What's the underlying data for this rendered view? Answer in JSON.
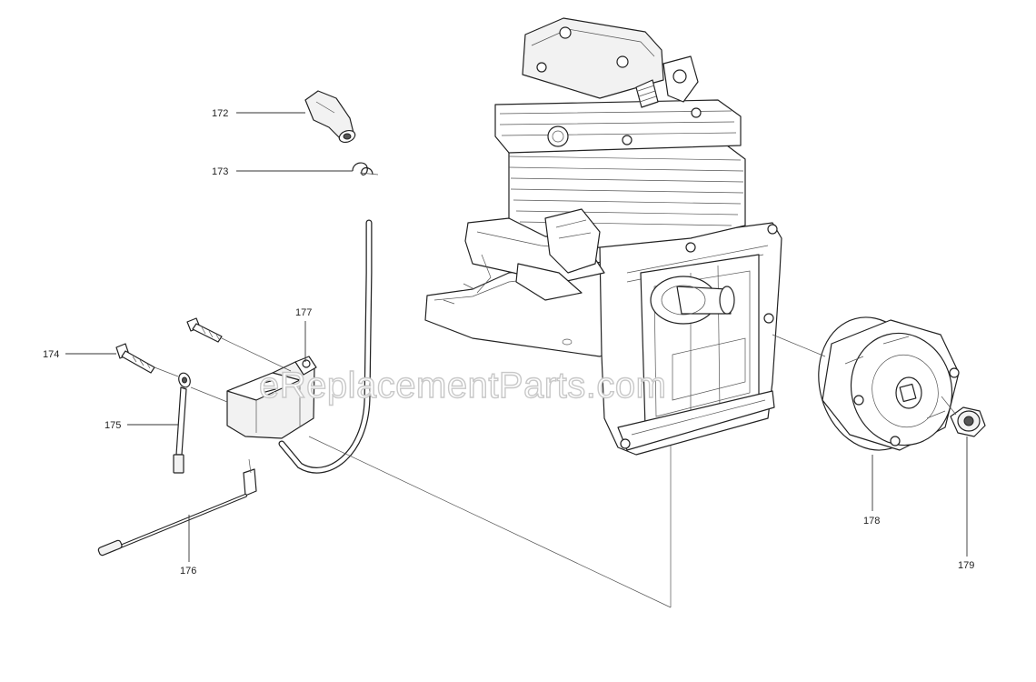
{
  "watermark": "eReplacementParts.com",
  "parts": {
    "p172": "172",
    "p173": "173",
    "p174": "174",
    "p175": "175",
    "p176": "176",
    "p177": "177",
    "p178": "178",
    "p179": "179"
  }
}
